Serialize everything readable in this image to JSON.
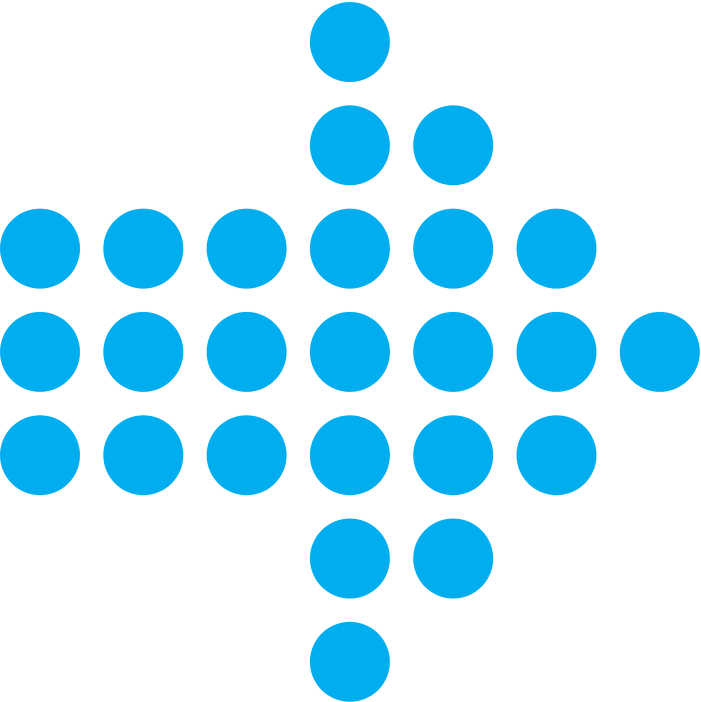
{
  "graphic": {
    "name": "dotted-right-arrow-icon",
    "color": "#00AEEF",
    "background": "#FFFFFF",
    "direction": "right",
    "dot_grid": [
      [
        0,
        0,
        0,
        1,
        0,
        0,
        0
      ],
      [
        0,
        0,
        0,
        1,
        1,
        0,
        0
      ],
      [
        1,
        1,
        1,
        1,
        1,
        1,
        0
      ],
      [
        1,
        1,
        1,
        1,
        1,
        1,
        1
      ],
      [
        1,
        1,
        1,
        1,
        1,
        1,
        0
      ],
      [
        0,
        0,
        0,
        1,
        1,
        0,
        0
      ],
      [
        0,
        0,
        0,
        1,
        0,
        0,
        0
      ]
    ]
  }
}
